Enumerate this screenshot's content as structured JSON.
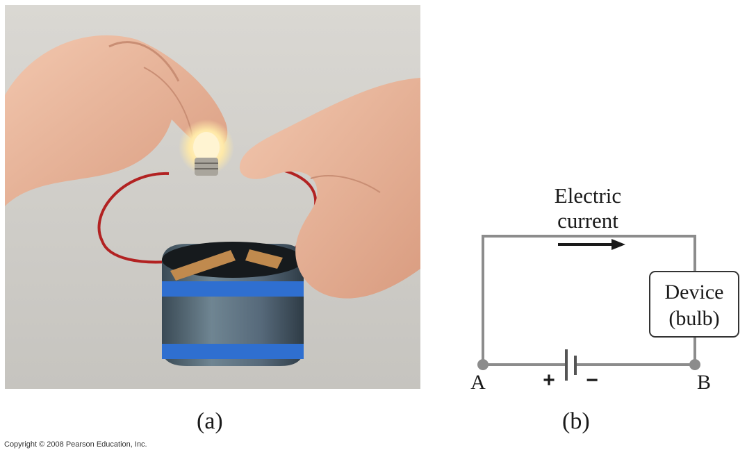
{
  "photo": {
    "panel_label": "(a)",
    "subject_icons": [
      "hand-icon",
      "light-bulb-icon",
      "wire-icon",
      "battery-icon"
    ]
  },
  "diagram": {
    "panel_label": "(b)",
    "current_label_line1": "Electric",
    "current_label_line2": "current",
    "device_label_line1": "Device",
    "device_label_line2": "(bulb)",
    "terminal_a": "A",
    "terminal_b": "B",
    "battery_plus": "+",
    "battery_minus": "−",
    "wire_color": "#8c8c8c"
  },
  "copyright": "Copyright © 2008 Pearson Education, Inc."
}
